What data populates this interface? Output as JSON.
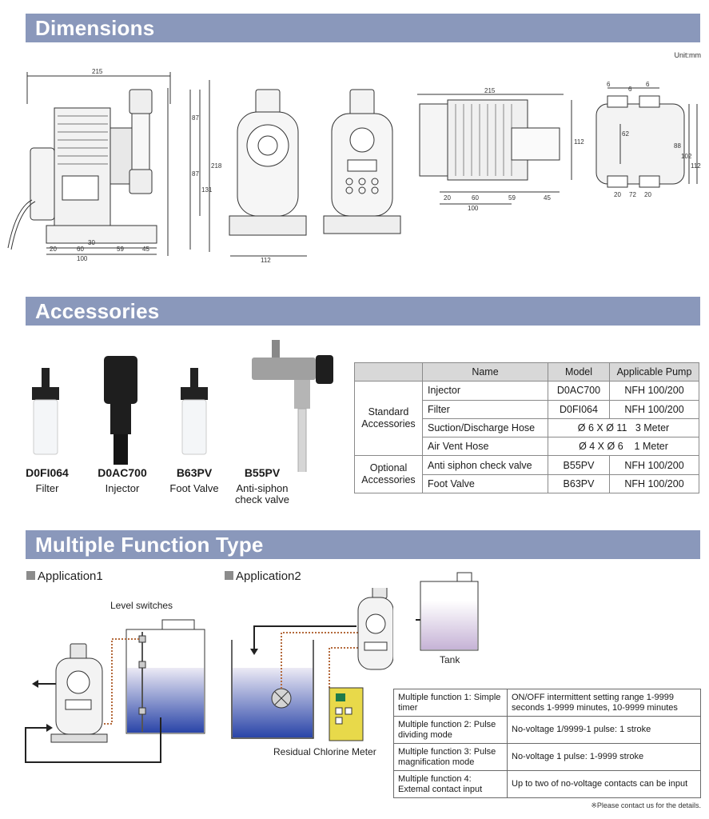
{
  "sections": {
    "dimensions": "Dimensions",
    "accessories": "Accessories",
    "multiple_function": "Multiple Function Type"
  },
  "unit_label": "Unit:mm",
  "drawing_dims": {
    "side_width": "215",
    "side_height_total": "218",
    "side_h_87a": "87",
    "side_h_87b": "87",
    "side_h_131": "131",
    "side_base_20": "20",
    "side_base_60": "60",
    "side_base_30": "30",
    "side_base_59": "59",
    "side_base_45": "45",
    "side_base_100": "100",
    "front_width": "112",
    "top_width": "215",
    "top_height": "112",
    "top_20": "20",
    "top_60": "60",
    "top_59": "59",
    "top_45": "45",
    "top_100": "100",
    "end_6a": "6",
    "end_6b": "6",
    "end_6c": "6",
    "end_62": "62",
    "end_88": "88",
    "end_102": "102",
    "end_112": "112",
    "end_20a": "20",
    "end_72": "72",
    "end_20b": "20"
  },
  "accessories": [
    {
      "code": "D0FI064",
      "name": "Filter"
    },
    {
      "code": "D0AC700",
      "name": "Injector"
    },
    {
      "code": "B63PV",
      "name": "Foot Valve"
    },
    {
      "code": "B55PV",
      "name": "Anti-siphon check valve"
    }
  ],
  "acc_table": {
    "headers": [
      "Name",
      "Model",
      "Applicable Pump"
    ],
    "groups": [
      {
        "label": "Standard Accessories",
        "rows": [
          [
            "Injector",
            "D0AC700",
            "NFH 100/200"
          ],
          [
            "Filter",
            "D0FI064",
            "NFH 100/200"
          ],
          [
            "Suction/Discharge Hose",
            "Ø 6 X Ø 11   3 Meter"
          ],
          [
            "Air Vent Hose",
            "Ø 4 X Ø 6    1 Meter"
          ]
        ]
      },
      {
        "label": "Optional Accessories",
        "rows": [
          [
            "Anti siphon check valve",
            "B55PV",
            "NFH 100/200"
          ],
          [
            "Foot Valve",
            "B63PV",
            "NFH 100/200"
          ]
        ]
      }
    ]
  },
  "applications": {
    "app1_title": "Application1",
    "app2_title": "Application2",
    "level_switches": "Level switches",
    "tank": "Tank",
    "residual_meter": "Residual Chlorine Meter"
  },
  "function_table": [
    {
      "key": "Multiple function 1: Simple timer",
      "value": "ON/OFF intermittent setting range 1-9999 seconds 1-9999 minutes, 10-9999 minutes"
    },
    {
      "key": "Multiple function 2: Pulse dividing mode",
      "value": "No-voltage 1/9999-1 pulse: 1 stroke"
    },
    {
      "key": "Multiple function 3: Pulse magnification mode",
      "value": "No-voltage 1 pulse: 1-9999 stroke"
    },
    {
      "key": "Multiple function 4: Extemal contact input",
      "value": "Up to two of no-voltage contacts can be input"
    }
  ],
  "footnote": "※Please contact us for the details.",
  "colors": {
    "section_bar": "#8a98bb",
    "table_header": "#d8d8d8",
    "liquid_top": "#e8e0f0",
    "liquid_bottom": "#1d3aa0"
  }
}
